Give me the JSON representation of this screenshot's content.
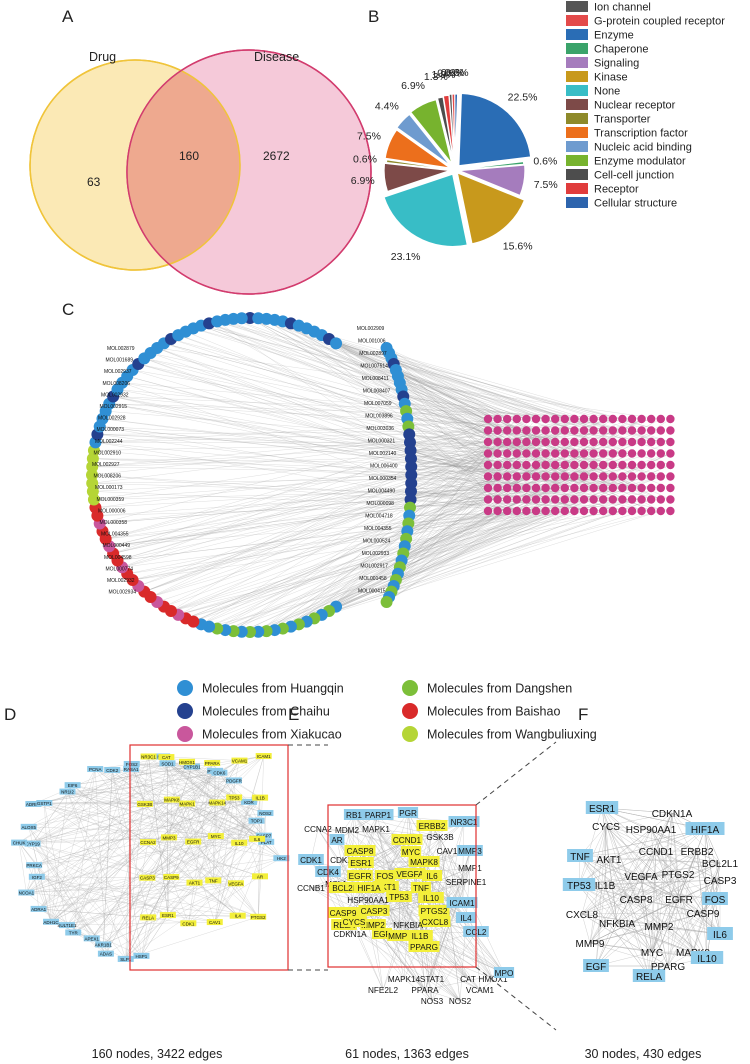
{
  "panels": {
    "a": "A",
    "b": "B",
    "c": "C",
    "d": "D",
    "e": "E",
    "f": "F"
  },
  "venn": {
    "left_label": "Drug",
    "right_label": "Disease",
    "left_only": "63",
    "overlap": "160",
    "right_only": "2672",
    "left_color": "#fbe9b5",
    "right_color": "#f2b7cc"
  },
  "chart_data": {
    "type": "pie",
    "legend": [
      {
        "name": "Ion channel",
        "color": "#555555"
      },
      {
        "name": "G-protein coupled receptor",
        "color": "#e34a4a"
      },
      {
        "name": "Enzyme",
        "color": "#2a6db5"
      },
      {
        "name": "Chaperone",
        "color": "#3aa36a"
      },
      {
        "name": "Signaling",
        "color": "#a57cbd"
      },
      {
        "name": "Kinase",
        "color": "#c8991c"
      },
      {
        "name": "None",
        "color": "#38bdc6"
      },
      {
        "name": "Nuclear receptor",
        "color": "#7d4a48"
      },
      {
        "name": "Transporter",
        "color": "#8e8a2a"
      },
      {
        "name": "Transcription factor",
        "color": "#ec6f1c"
      },
      {
        "name": "Nucleic acid binding",
        "color": "#6e9bcf"
      },
      {
        "name": "Enzyme modulator",
        "color": "#77b32e"
      },
      {
        "name": "Cell-cell junction",
        "color": "#4d4d4d"
      },
      {
        "name": "Receptor",
        "color": "#e03c3c"
      },
      {
        "name": "Cellular structure",
        "color": "#2d64ad"
      }
    ],
    "slices": [
      {
        "name": "Enzyme",
        "value": 22.5,
        "label": "22.5%"
      },
      {
        "name": "Chaperone",
        "value": 0.6,
        "label": "0.6%"
      },
      {
        "name": "Signaling",
        "value": 7.5,
        "label": "7.5%"
      },
      {
        "name": "Kinase",
        "value": 15.6,
        "label": "15.6%"
      },
      {
        "name": "None",
        "value": 23.1,
        "label": "23.1%"
      },
      {
        "name": "Nuclear receptor",
        "value": 6.9,
        "label": "6.9%"
      },
      {
        "name": "Transporter",
        "value": 0.6,
        "label": "0.6%"
      },
      {
        "name": "Transcription factor",
        "value": 7.5,
        "label": "7.5%"
      },
      {
        "name": "Nucleic acid binding",
        "value": 4.4,
        "label": "4.4%"
      },
      {
        "name": "Enzyme modulator",
        "value": 6.9,
        "label": "6.9%"
      },
      {
        "name": "Cell-cell junction",
        "value": 1.3,
        "label": "1.3%"
      },
      {
        "name": "Receptor",
        "value": 1.3,
        "label": "1.3%"
      },
      {
        "name": "Ion channel",
        "value": 0.6,
        "label": "0.6%"
      },
      {
        "name": "G-protein coupled receptor",
        "value": 0.6,
        "label": "0.6%"
      },
      {
        "name": "Cellular structure",
        "value": 0.6,
        "label": "0.6%"
      }
    ]
  },
  "network": {
    "molecule_labels_left": [
      "MOL002879",
      "MOL001689",
      "MOL002937",
      "MOL008206",
      "MOL002932",
      "MOL002915",
      "MOL002928",
      "MOL000073",
      "MOL002244",
      "MOL002910",
      "MOL002927",
      "MOL008206",
      "MOL000173",
      "MOL000359",
      "MOL000006",
      "MOL000358",
      "MOL004355",
      "MOL000449",
      "MOL004598",
      "MOL000774",
      "MOL002932",
      "MOL002934"
    ],
    "molecule_labels_right": [
      "MOL002909",
      "MOL001006",
      "MOL002897",
      "MOL007514",
      "MOL008411",
      "MOL008407",
      "MOL007059",
      "MOL003896",
      "MOL003036",
      "MOL000321",
      "MOL002140",
      "MOL006400",
      "MOL000354",
      "MOL004490",
      "MOL000098",
      "MOL004718",
      "MOL004355",
      "MOL000524",
      "MOL002933",
      "MOL002917",
      "MOL001458",
      "MOL000415"
    ],
    "legend": [
      {
        "label": "Molecules from Huangqin",
        "color": "#2f8fd4"
      },
      {
        "label": "Molecules from Dangshen",
        "color": "#7cbf39"
      },
      {
        "label": "Molecules from Chaihu",
        "color": "#24418f"
      },
      {
        "label": "Molecules from Baishao",
        "color": "#d92a2a"
      },
      {
        "label": "Molecules from Xiakucao",
        "color": "#c9579c"
      },
      {
        "label": "Molecules from Wangbuliuxing",
        "color": "#b5d536"
      }
    ]
  },
  "ppi": {
    "d_caption": "160 nodes, 3422 edges",
    "e_caption": "61 nodes, 1363 edges",
    "f_caption": "30 nodes, 430 edges",
    "d_genes_blue": [
      "HSP1",
      "SLP1",
      "ADAS",
      "AKR1B1",
      "APEX1",
      "TYR",
      "SULT1E1",
      "ADH1C",
      "ADRA1",
      "NCOA1",
      "IGF2",
      "PRKCA",
      "CYP19",
      "CHUK",
      "ALOX5",
      "ADRB2",
      "GSTP1",
      "NR1I2",
      "EIF6",
      "PCNA",
      "CDK2",
      "RASA1",
      "FOS2",
      "MET",
      "SOD1",
      "CYP1B1",
      "PTGES",
      "CDK6",
      "PDGFR",
      "KDR",
      "NOS2",
      "TOP1",
      "CASP7",
      "PLAT",
      "HK2"
    ],
    "d_genes_yellow": [
      "NR3C1",
      "CAT",
      "HMOX1",
      "PPARA",
      "VCAM1",
      "ICAM1",
      "GSK3B",
      "MAPK8",
      "MAPK1",
      "MAPK14",
      "TP53",
      "IL1B",
      "CCNA2",
      "MMP3",
      "EGFR",
      "MYC",
      "IL10",
      "IL6",
      "CASP3",
      "CASP9",
      "AKT1",
      "TNF",
      "VEGFA",
      "AR",
      "RELA",
      "ESR1",
      "CDK1",
      "CAV1",
      "IL4",
      "PTGS2"
    ],
    "e_nodes": [
      {
        "t": "RB1",
        "c": "b"
      },
      {
        "t": "PARP1",
        "c": "b"
      },
      {
        "t": "PGR",
        "c": "b"
      },
      {
        "t": "ERBB2",
        "c": "y"
      },
      {
        "t": "NR3C1",
        "c": "b"
      },
      {
        "t": "CCNA2",
        "c": "n"
      },
      {
        "t": "MDM2",
        "c": "n"
      },
      {
        "t": "MAPK1",
        "c": "n"
      },
      {
        "t": "CCND1",
        "c": "y"
      },
      {
        "t": "GSK3B",
        "c": "n"
      },
      {
        "t": "AR",
        "c": "b"
      },
      {
        "t": "CASP8",
        "c": "y"
      },
      {
        "t": "MYC",
        "c": "y"
      },
      {
        "t": "CAV1",
        "c": "n"
      },
      {
        "t": "MMP3",
        "c": "b"
      },
      {
        "t": "CDK1",
        "c": "b"
      },
      {
        "t": "CDK2",
        "c": "n"
      },
      {
        "t": "ESR1",
        "c": "y"
      },
      {
        "t": "MAPK8",
        "c": "y"
      },
      {
        "t": "CDK4",
        "c": "b"
      },
      {
        "t": "EGFR",
        "c": "y"
      },
      {
        "t": "FOS",
        "c": "y"
      },
      {
        "t": "VEGFA",
        "c": "y"
      },
      {
        "t": "IL6",
        "c": "y"
      },
      {
        "t": "MMP1",
        "c": "n"
      },
      {
        "t": "CCNB1",
        "c": "n"
      },
      {
        "t": "MCL1",
        "c": "n"
      },
      {
        "t": "BCL2L1",
        "c": "y"
      },
      {
        "t": "AKT1",
        "c": "y"
      },
      {
        "t": "TNF",
        "c": "y"
      },
      {
        "t": "SERPINE1",
        "c": "n"
      },
      {
        "t": "HIF1A",
        "c": "y"
      },
      {
        "t": "TP53",
        "c": "y"
      },
      {
        "t": "IL10",
        "c": "y"
      },
      {
        "t": "HSP90AA1",
        "c": "n"
      },
      {
        "t": "CASP3",
        "c": "y"
      },
      {
        "t": "PTGS2",
        "c": "y"
      },
      {
        "t": "ICAM1",
        "c": "b"
      },
      {
        "t": "CASP9",
        "c": "y"
      },
      {
        "t": "RELA",
        "c": "y"
      },
      {
        "t": "MMP2",
        "c": "y"
      },
      {
        "t": "CXCL8",
        "c": "y"
      },
      {
        "t": "CYCS",
        "c": "y"
      },
      {
        "t": "EGF",
        "c": "y"
      },
      {
        "t": "NFKBIA",
        "c": "n"
      },
      {
        "t": "IL4",
        "c": "b"
      },
      {
        "t": "CDKN1A",
        "c": "n"
      },
      {
        "t": "MMP9",
        "c": "y"
      },
      {
        "t": "IL1B",
        "c": "y"
      },
      {
        "t": "PPARG",
        "c": "y"
      },
      {
        "t": "CCL2",
        "c": "b"
      },
      {
        "t": "MAPK14",
        "c": "n"
      },
      {
        "t": "STAT1",
        "c": "n"
      },
      {
        "t": "CAT",
        "c": "n"
      },
      {
        "t": "HMOX1",
        "c": "n"
      },
      {
        "t": "MPO",
        "c": "b"
      },
      {
        "t": "NFE2L2",
        "c": "n"
      },
      {
        "t": "PPARA",
        "c": "n"
      },
      {
        "t": "NOS3",
        "c": "n"
      },
      {
        "t": "NOS2",
        "c": "n"
      },
      {
        "t": "VCAM1",
        "c": "n"
      }
    ],
    "f_nodes": [
      "ESR1",
      "CDKN1A",
      "CYCS",
      "HSP90AA1",
      "HIF1A",
      "TNF",
      "AKT1",
      "CCND1",
      "ERBB2",
      "BCL2L1",
      "TP53",
      "IL1B",
      "VEGFA",
      "PTGS2",
      "CASP3",
      "CXCL8",
      "CASP8",
      "EGFR",
      "FOS",
      "NFKBIA",
      "MMP2",
      "CASP9",
      "IL6",
      "MMP9",
      "MYC",
      "MAPK8",
      "IL10",
      "EGF",
      "RELA",
      "PPARG"
    ]
  }
}
